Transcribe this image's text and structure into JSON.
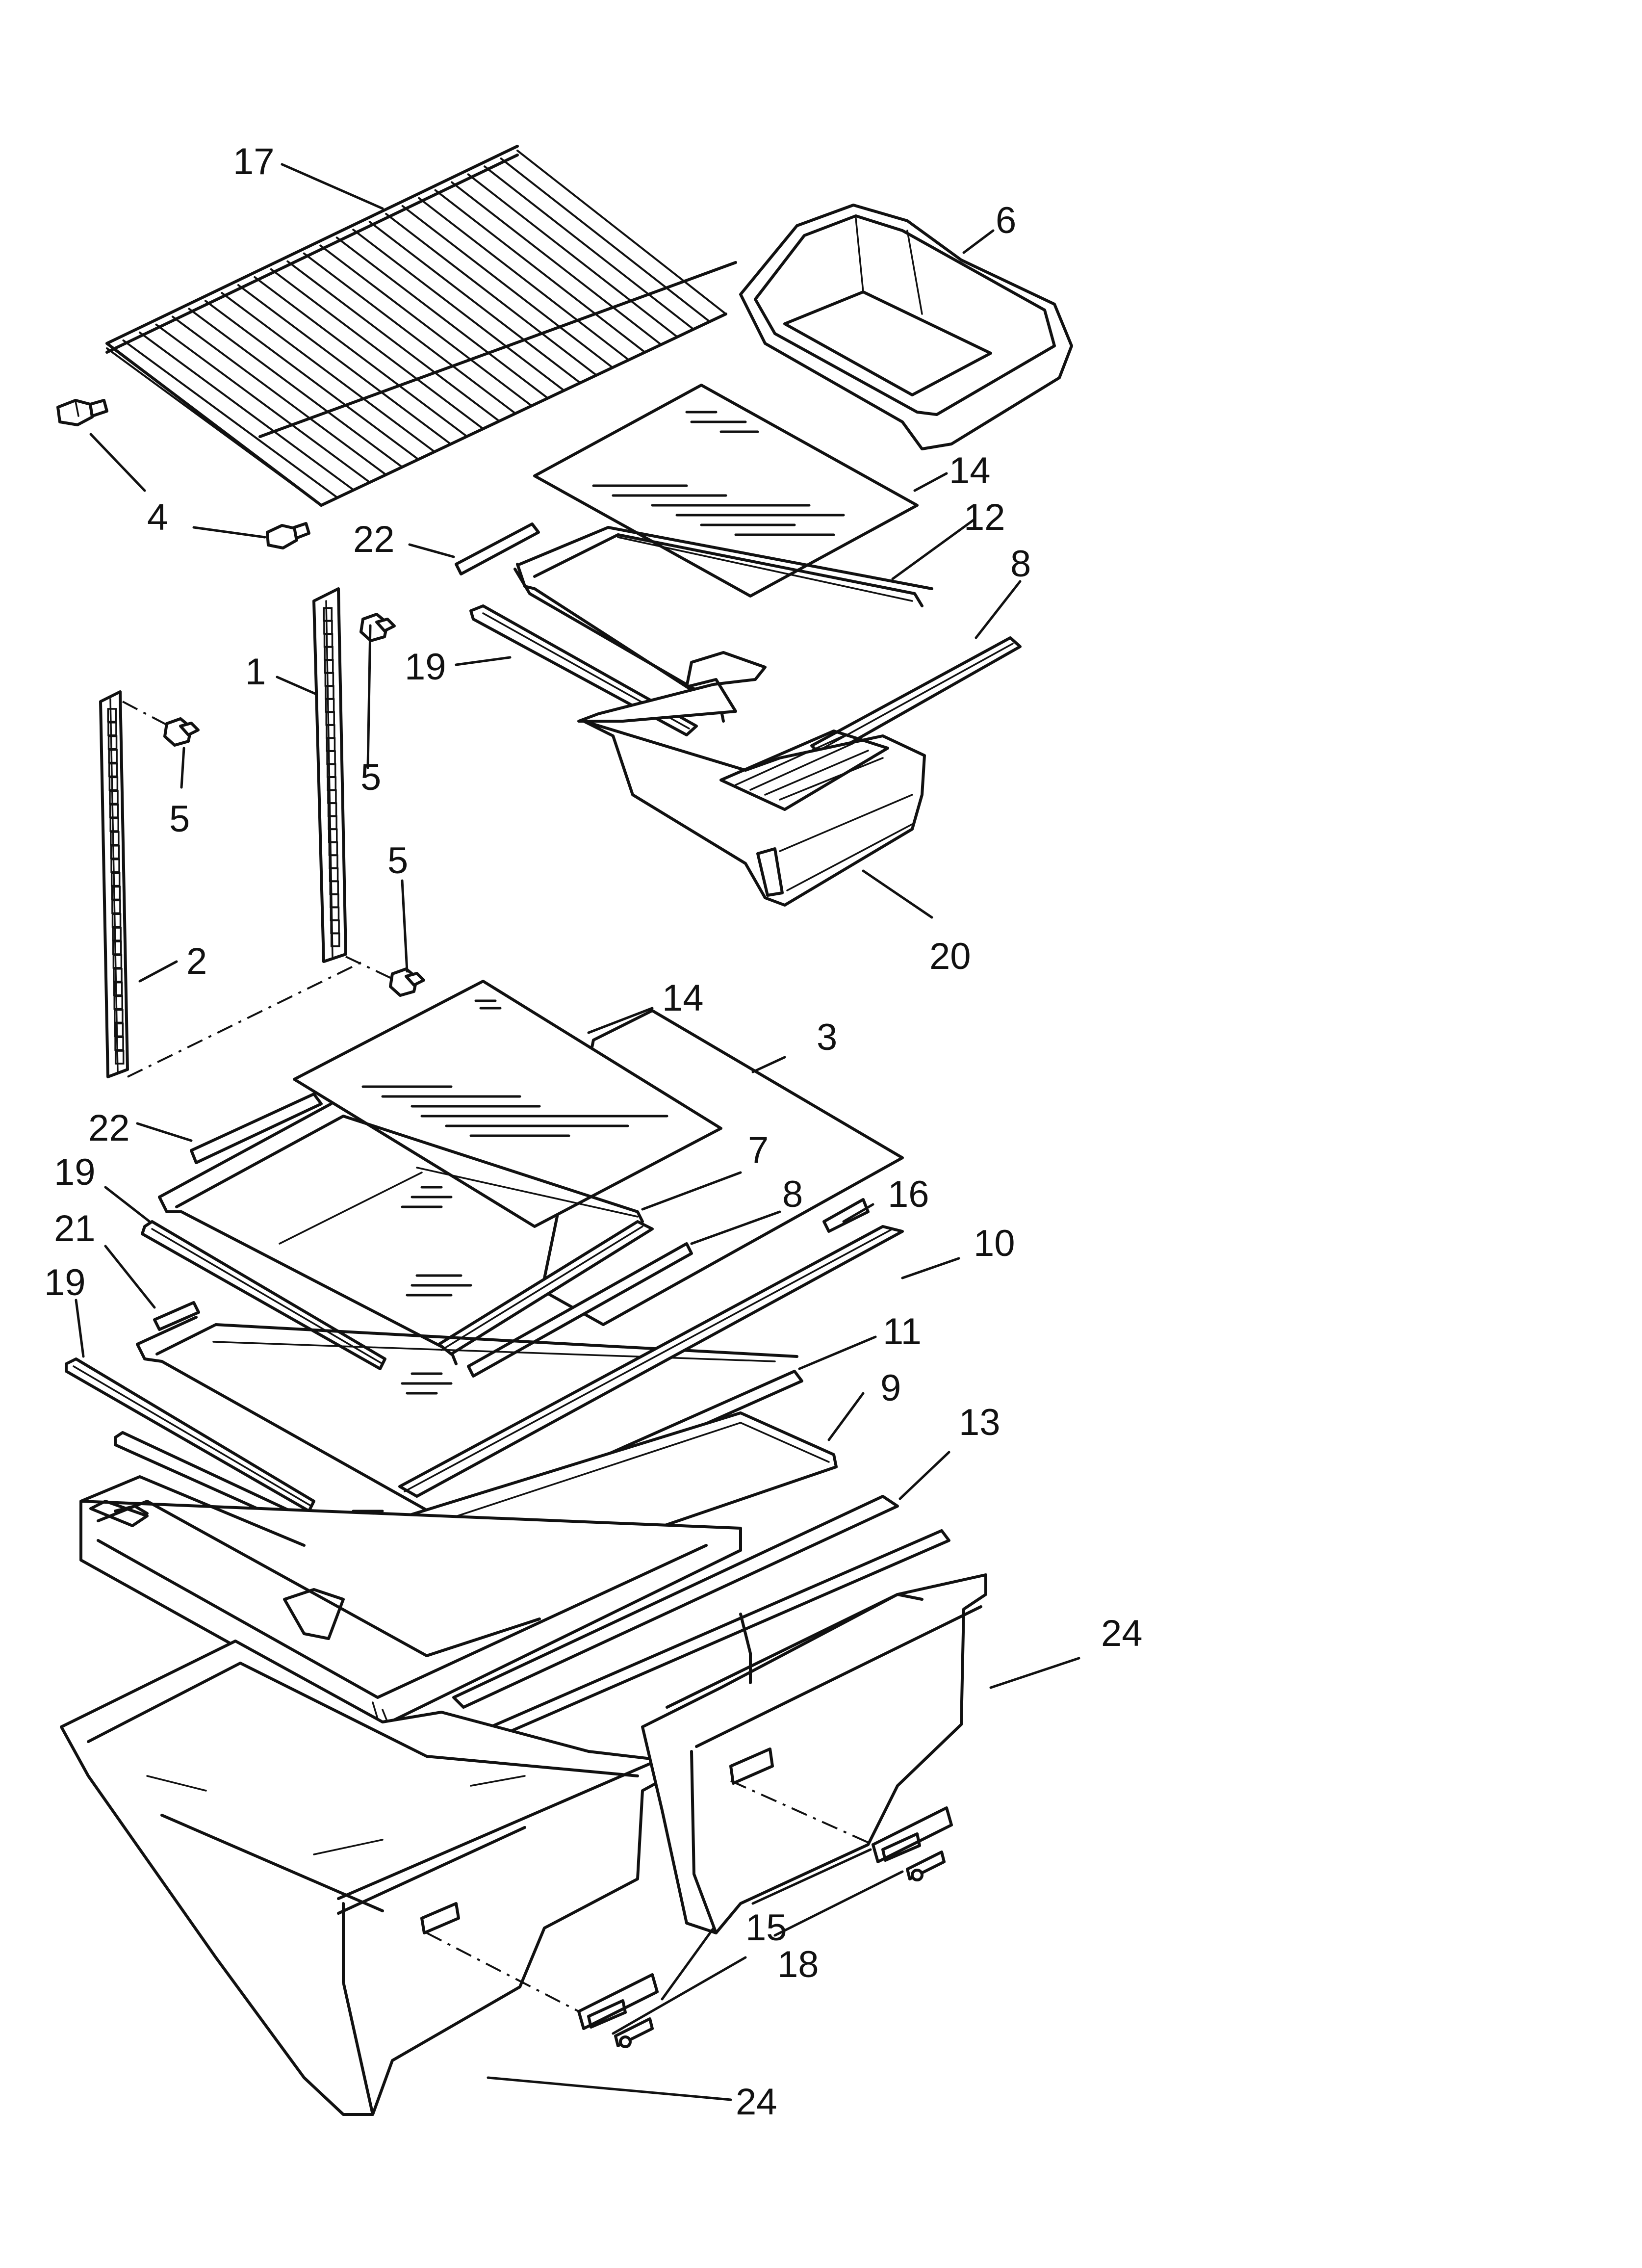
{
  "diagram": {
    "callouts": [
      {
        "id": "c17",
        "label": "17"
      },
      {
        "id": "c6",
        "label": "6"
      },
      {
        "id": "c14a",
        "label": "14"
      },
      {
        "id": "c12",
        "label": "12"
      },
      {
        "id": "c8a",
        "label": "8"
      },
      {
        "id": "c22a",
        "label": "22"
      },
      {
        "id": "c4",
        "label": "4"
      },
      {
        "id": "c19a",
        "label": "19"
      },
      {
        "id": "c1",
        "label": "1"
      },
      {
        "id": "c5a",
        "label": "5"
      },
      {
        "id": "c5b",
        "label": "5"
      },
      {
        "id": "c5c",
        "label": "5"
      },
      {
        "id": "c2",
        "label": "2"
      },
      {
        "id": "c20",
        "label": "20"
      },
      {
        "id": "c14b",
        "label": "14"
      },
      {
        "id": "c3",
        "label": "3"
      },
      {
        "id": "c22b",
        "label": "22"
      },
      {
        "id": "c7",
        "label": "7"
      },
      {
        "id": "c19b",
        "label": "19"
      },
      {
        "id": "c8b",
        "label": "8"
      },
      {
        "id": "c16",
        "label": "16"
      },
      {
        "id": "c21",
        "label": "21"
      },
      {
        "id": "c10",
        "label": "10"
      },
      {
        "id": "c19c",
        "label": "19"
      },
      {
        "id": "c11",
        "label": "11"
      },
      {
        "id": "c9",
        "label": "9"
      },
      {
        "id": "c13",
        "label": "13"
      },
      {
        "id": "c24a",
        "label": "24"
      },
      {
        "id": "c15",
        "label": "15"
      },
      {
        "id": "c18",
        "label": "18"
      },
      {
        "id": "c24b",
        "label": "24"
      }
    ]
  }
}
